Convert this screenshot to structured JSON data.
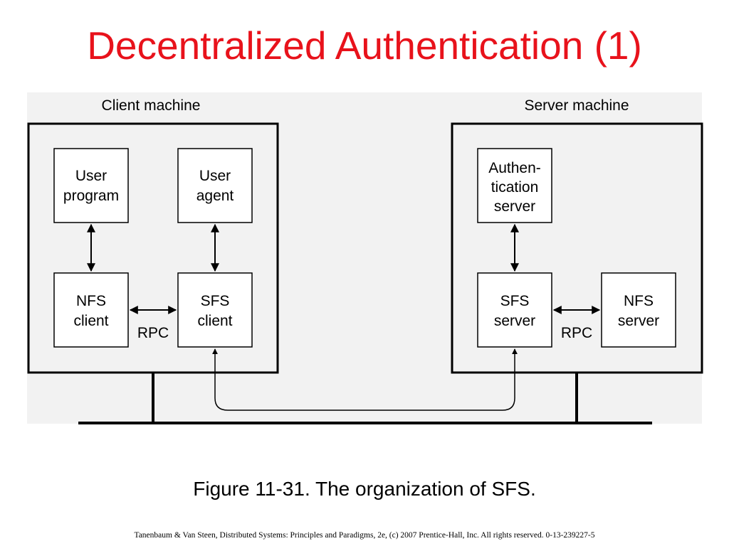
{
  "slide": {
    "title": "Decentralized Authentication (1)",
    "caption": "Figure 11-31. The organization of SFS.",
    "footer": "Tanenbaum & Van Steen, Distributed Systems: Principles and Paradigms, 2e, (c) 2007 Prentice-Hall, Inc. All rights reserved. 0-13-239227-5"
  },
  "diagram": {
    "client_machine": {
      "label": "Client machine",
      "user_program": [
        "User",
        "program"
      ],
      "user_agent": [
        "User",
        "agent"
      ],
      "nfs_client": [
        "NFS",
        "client"
      ],
      "sfs_client": [
        "SFS",
        "client"
      ],
      "rpc_label": "RPC"
    },
    "server_machine": {
      "label": "Server machine",
      "authentication_server": [
        "Authen-",
        "tication",
        "server"
      ],
      "sfs_server": [
        "SFS",
        "server"
      ],
      "nfs_server": [
        "NFS",
        "server"
      ],
      "rpc_label": "RPC"
    },
    "colors": {
      "title": "#e8121b",
      "panel_background": "#f2f2f2",
      "stroke": "#000000"
    }
  }
}
